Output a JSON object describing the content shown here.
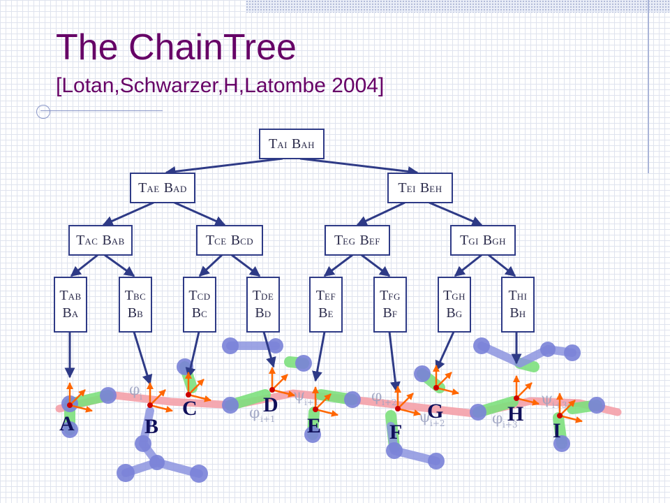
{
  "slide": {
    "title": "The ChainTree",
    "subtitle": "[Lotan,Schwarzer,H,Latombe 2004]"
  },
  "tree": {
    "root": {
      "t": "T",
      "ts": "AI",
      "b": "B",
      "bs": "AH"
    },
    "level1": [
      {
        "t": "T",
        "ts": "AE",
        "b": "B",
        "bs": "AD"
      },
      {
        "t": "T",
        "ts": "EI",
        "b": "B",
        "bs": "EH"
      }
    ],
    "level2": [
      {
        "t": "T",
        "ts": "AC",
        "b": "B",
        "bs": "AB"
      },
      {
        "t": "T",
        "ts": "CE",
        "b": "B",
        "bs": "CD"
      },
      {
        "t": "T",
        "ts": "EG",
        "b": "B",
        "bs": "EF"
      },
      {
        "t": "T",
        "ts": "GI",
        "b": "B",
        "bs": "GH"
      }
    ],
    "leaves": [
      {
        "t": "T",
        "ts": "AB",
        "b": "B",
        "bs": "A"
      },
      {
        "t": "T",
        "ts": "BC",
        "b": "B",
        "bs": "B"
      },
      {
        "t": "T",
        "ts": "CD",
        "b": "B",
        "bs": "C"
      },
      {
        "t": "T",
        "ts": "DE",
        "b": "B",
        "bs": "D"
      },
      {
        "t": "T",
        "ts": "EF",
        "b": "B",
        "bs": "E"
      },
      {
        "t": "T",
        "ts": "FG",
        "b": "B",
        "bs": "F"
      },
      {
        "t": "T",
        "ts": "GH",
        "b": "B",
        "bs": "G"
      },
      {
        "t": "T",
        "ts": "HI",
        "b": "B",
        "bs": "H"
      }
    ]
  },
  "frame_labels": [
    "A",
    "B",
    "C",
    "D",
    "E",
    "F",
    "G",
    "H",
    "I"
  ],
  "colors": {
    "title": "#660066",
    "node_border": "#2e3a86",
    "arrow": "#2e3a86",
    "frame_axis": "#ff6600",
    "frame_origin": "#cc0000",
    "label": "#10105a",
    "atom": "#7a82d8",
    "bond_green": "#7ee07e",
    "backbone": "#f4a0a8"
  }
}
